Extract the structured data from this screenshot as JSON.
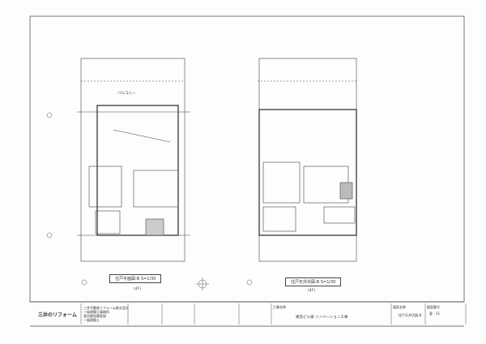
{
  "plans": [
    {
      "caption": "住戸平面図-B S=1/30",
      "sub": "(4F)",
      "balcony": "バルコニー"
    },
    {
      "caption": "住戸天井伏図-B S=1/30",
      "sub": "(4F)"
    }
  ],
  "title_block": {
    "logo": "三井のリフォーム",
    "company_lines": [
      "三井不動産リフォーム株式会社",
      "一級建築士事務所",
      "東京都知事登録",
      "一級建築士"
    ],
    "project_label": "工事名称",
    "project_name": "東急ビル様 リノベーション工事",
    "drawing_label": "図面名称",
    "drawing_name": "住戸天井伏図-B",
    "number_label": "図面番号",
    "number": "意 - 11"
  }
}
